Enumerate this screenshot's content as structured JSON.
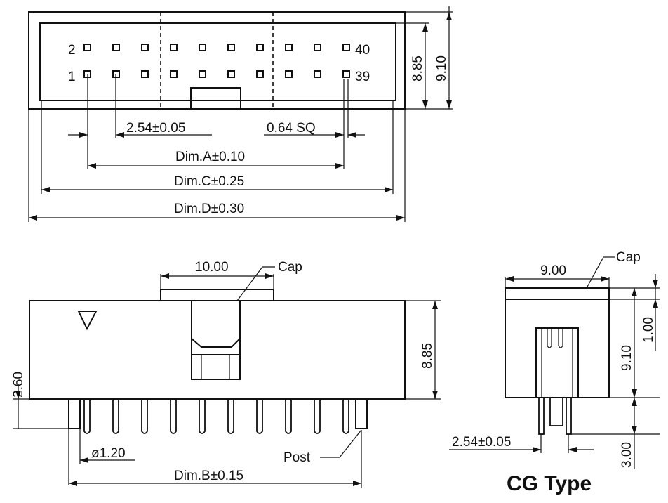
{
  "pin_labels": {
    "top_left": "2",
    "bottom_left": "1",
    "top_right": "40",
    "bottom_right": "39"
  },
  "dims": {
    "pitch": "2.54±0.05",
    "pin_sq": "0.64 SQ",
    "dim_a": "Dim.A±0.10",
    "dim_c": "Dim.C±0.25",
    "dim_d": "Dim.D±0.30",
    "height_total_top": "9.10",
    "height_body_top": "8.85",
    "cap_width": "10.00",
    "cap_label": "Cap",
    "body_height_side": "8.85",
    "standoff": "2.60",
    "post_dia": "ø1.20",
    "post_label": "Post",
    "dim_b": "Dim.B±0.15",
    "end_width": "9.00",
    "end_cap_label": "Cap",
    "end_cap_height": "1.00",
    "end_total_height": "9.10",
    "end_pitch": "2.54±0.05",
    "tail_length": "3.00"
  },
  "title": "CG Type"
}
